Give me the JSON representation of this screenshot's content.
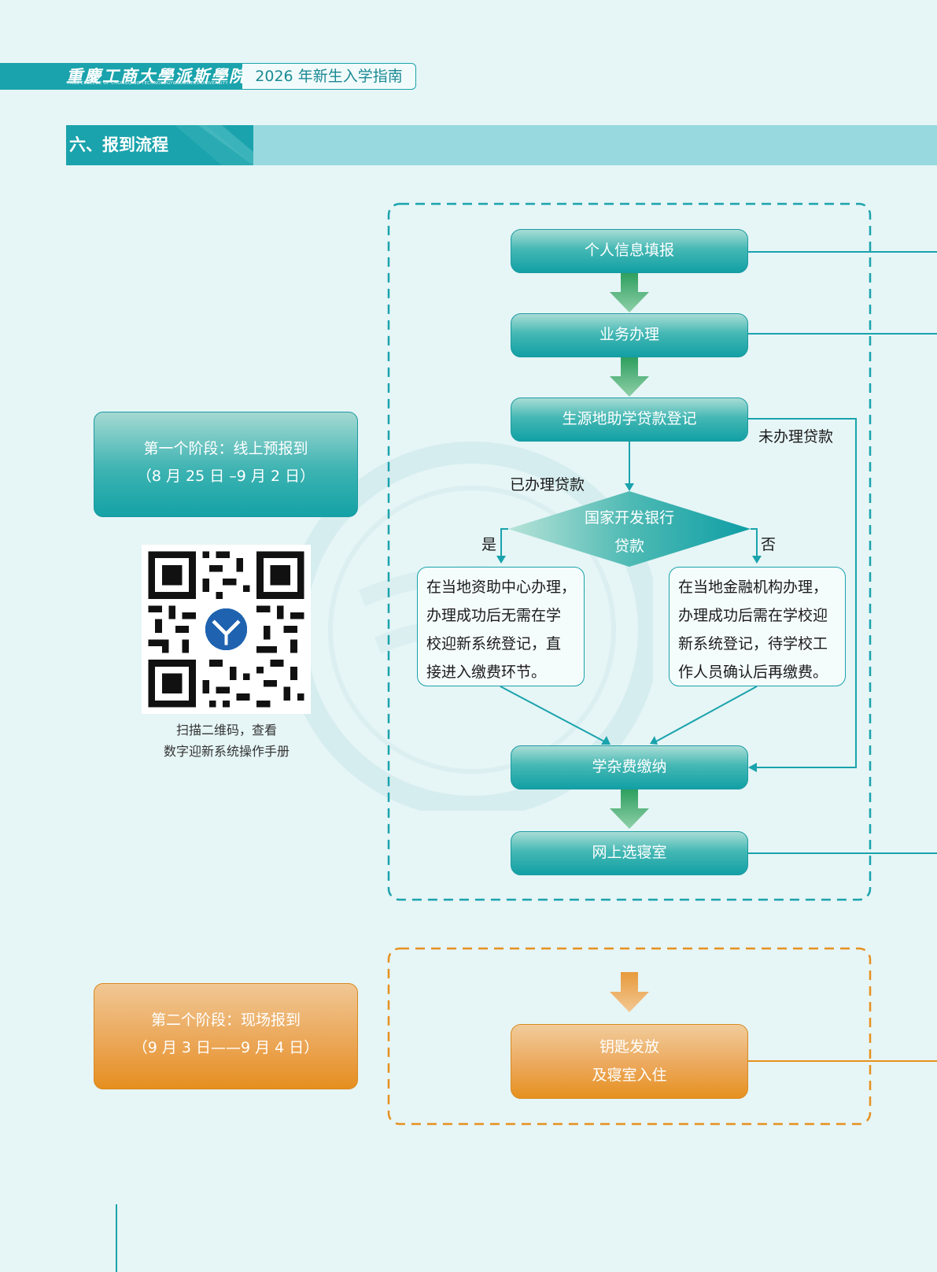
{
  "header": {
    "logo_cn": "重慶工商大學派斯學院",
    "logo_en": "PASS COLLEGE OF CHONGQING TECHNOLOGY&BUSINESS UNIVERSITY",
    "guide_title": "2026 年新生入学指南"
  },
  "section": {
    "title": "六、报到流程"
  },
  "stages": {
    "stage1": {
      "line1": "第一个阶段：线上预报到",
      "line2": "（8 月 25 日 –9 月 2 日）"
    },
    "stage2": {
      "line1": "第二个阶段：现场报到",
      "line2": "（9 月 3 日——9 月 4 日）"
    }
  },
  "qr": {
    "caption_line1": "扫描二维码，查看",
    "caption_line2": "数字迎新系统操作手册"
  },
  "flow": {
    "step1": "个人信息填报",
    "step2": "业务办理",
    "step3": "生源地助学贷款登记",
    "label_not_loan": "未办理贷款",
    "label_has_loan": "已办理贷款",
    "decision_line1": "国家开发银行",
    "decision_line2": "贷款",
    "label_yes": "是",
    "label_no": "否",
    "note_yes": [
      "在当地资助中心办理，",
      "办理成功后无需在学",
      "校迎新系统登记，直",
      "接进入缴费环节。"
    ],
    "note_no": [
      "在当地金融机构办理，",
      "办理成功后需在学校迎",
      "新系统登记，待学校工",
      "作人员确认后再缴费。"
    ],
    "step4": "学杂费缴纳",
    "step5": "网上选寝室",
    "step6_line1": "钥匙发放",
    "step6_line2": "及寝室入住"
  },
  "colors": {
    "teal": "#1aa3ac",
    "light_teal": "#97d9de",
    "orange": "#e6911f",
    "green_arrow": "#3faa72",
    "background": "#e6f5f6"
  }
}
